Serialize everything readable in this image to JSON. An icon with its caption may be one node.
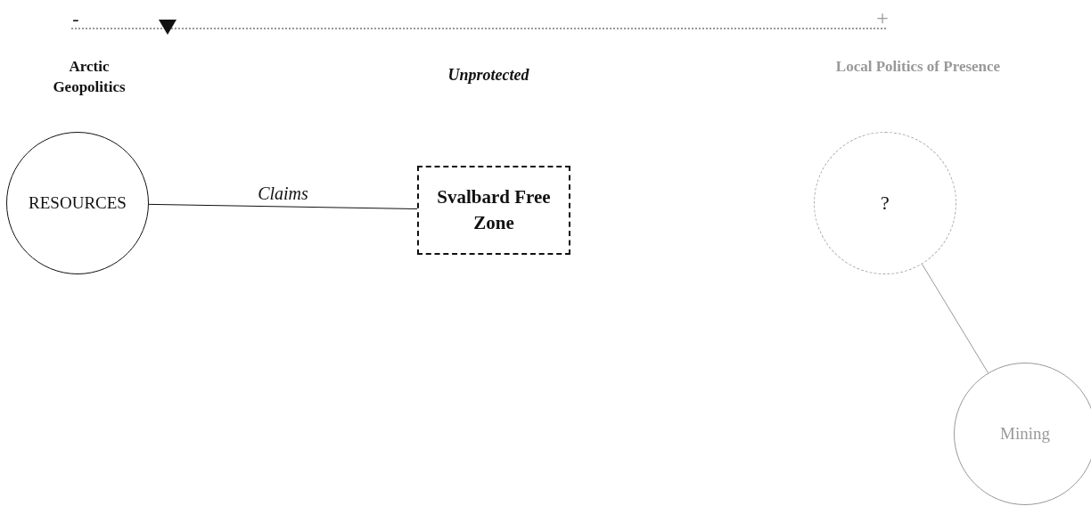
{
  "diagram": {
    "nodes": [
      {
        "text": [
          "RESOURCES"
        ]
      },
      {
        "text": [
          "Svalbard Free Zone"
        ]
      },
      {
        "text": [
          "?"
        ]
      },
      {
        "text": [
          "Mining"
        ]
      }
    ],
    "edges": [
      {
        "from": 0,
        "to": 1,
        "arrow": "none",
        "label": "Claims"
      },
      {
        "from": 2,
        "to": 3,
        "arrow": "none",
        "color": "#999999"
      }
    ],
    "labels": [
      "-",
      "+",
      "Arctic Geopolitics",
      "Unprotected",
      "Local Politics of Presence"
    ]
  }
}
